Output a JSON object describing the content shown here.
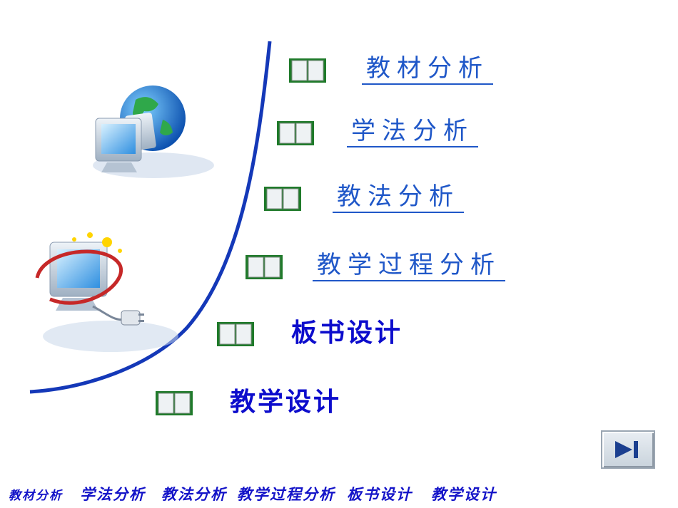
{
  "menu": [
    {
      "label": "教材分析",
      "style": "link"
    },
    {
      "label": "学法分析",
      "style": "link"
    },
    {
      "label": "教法分析",
      "style": "link"
    },
    {
      "label": "教学过程分析",
      "style": "link"
    },
    {
      "label": "板书设计",
      "style": "plain"
    },
    {
      "label": "教学设计",
      "style": "plain"
    }
  ],
  "bottom_nav": [
    "教材分析",
    "学法分析",
    "教法分析",
    "教学过程分析",
    "板书设计",
    "教学设计"
  ],
  "icons": {
    "book": "open-book-icon",
    "computer_globe": "computer-globe-icon",
    "computer_plug": "computer-plug-icon",
    "next": "skip-next-icon"
  },
  "colors": {
    "accent_blue": "#1f57c8",
    "curve": "#1438b8",
    "bold_blue": "#0c0ccc"
  }
}
